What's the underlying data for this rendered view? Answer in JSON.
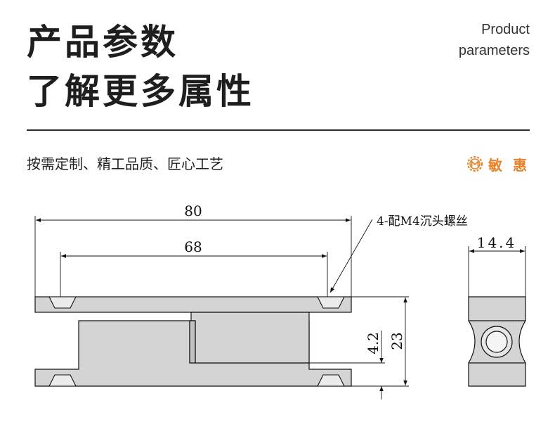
{
  "header": {
    "title_line1": "产品参数",
    "title_line2": "了解更多属性",
    "subtitle_en_line1": "Product",
    "subtitle_en_line2": "parameters"
  },
  "slogan": "按需定制、精工品质、匠心工艺",
  "brand": {
    "name": "敏 惠",
    "color": "#e8832a",
    "logo_icon": "gear-m-logo-icon"
  },
  "drawing": {
    "dim_total_length": "80",
    "dim_hole_spacing": "68",
    "dim_total_height": "23",
    "dim_offset": "4.2",
    "dim_width": "14.4",
    "note_screw": "4-配M4沉头螺丝",
    "part_fill": "#d4d4d4",
    "line_color": "#111111"
  }
}
